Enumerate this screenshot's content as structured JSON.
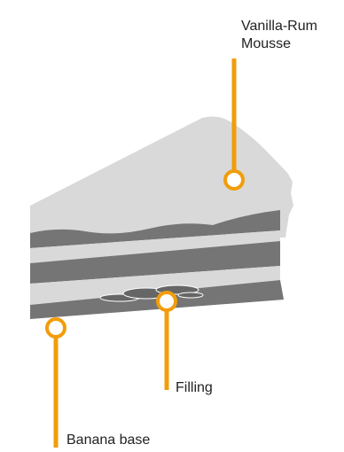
{
  "colors": {
    "mousse": "#d9d9d9",
    "cake_dark": "#757575",
    "cake_light": "#d9d9d9",
    "banana_pieces": "#666666",
    "callout": "#f19d0b",
    "text": "#222222"
  },
  "labels": {
    "mousse_line1": "Vanilla-Rum",
    "mousse_line2": "Mousse",
    "filling": "Filling",
    "banana_base": "Banana base"
  }
}
